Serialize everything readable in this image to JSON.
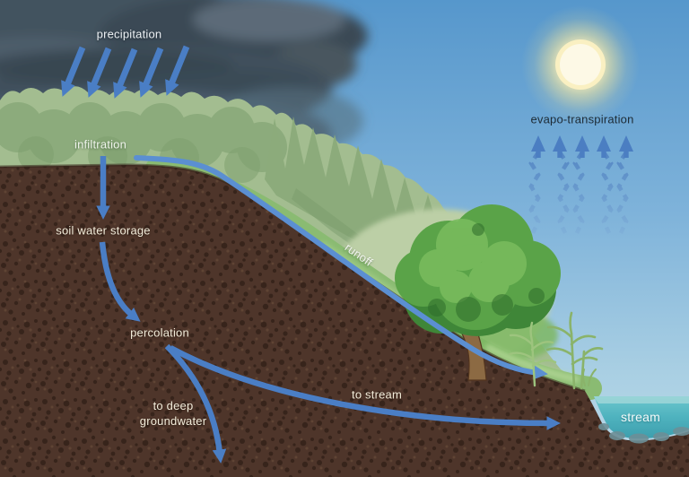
{
  "labels": {
    "precipitation": "precipitation",
    "infiltration": "infiltration",
    "soil_water_storage": "soil water storage",
    "percolation": "percolation",
    "to_deep_groundwater": "to deep groundwater",
    "to_stream": "to stream",
    "stream": "stream",
    "runoff": "runoff",
    "evapotranspiration": "evapo-transpiration"
  },
  "icons": {
    "storm_cloud": "storm-cloud-icon",
    "sun": "sun-icon",
    "rain_arrows": "rain-arrow-icons",
    "evaporation_arrows": "wavy-up-arrow-icons",
    "subsurface_arrows": "curved-flow-arrow-icons",
    "runoff_line": "runoff-flow-line",
    "tree": "deciduous-tree-icon",
    "forest": "forest-canopy",
    "corn": "corn-plant-icons",
    "stream_water": "stream-water"
  },
  "colors": {
    "arrow_blue": "#4a7ec5",
    "runoff_blue": "#5b8fd2",
    "sky_top": "#5697cc",
    "sky_bottom": "#bddbe9",
    "cloud_dark": "#3a4854",
    "canopy_green": "#a3bd90",
    "conifer_green": "#8cab7b",
    "grass_green": "#8abb72",
    "hill_green": "#bccfa6",
    "tree_green": "#5aa348",
    "soil_brown": "#4e352a",
    "soil_speckle": "#37241b",
    "water_teal": "#4fb3bf",
    "sun_core": "#fcf6d8",
    "label_light": "#f2ecda",
    "label_dark": "#1d2b35"
  }
}
